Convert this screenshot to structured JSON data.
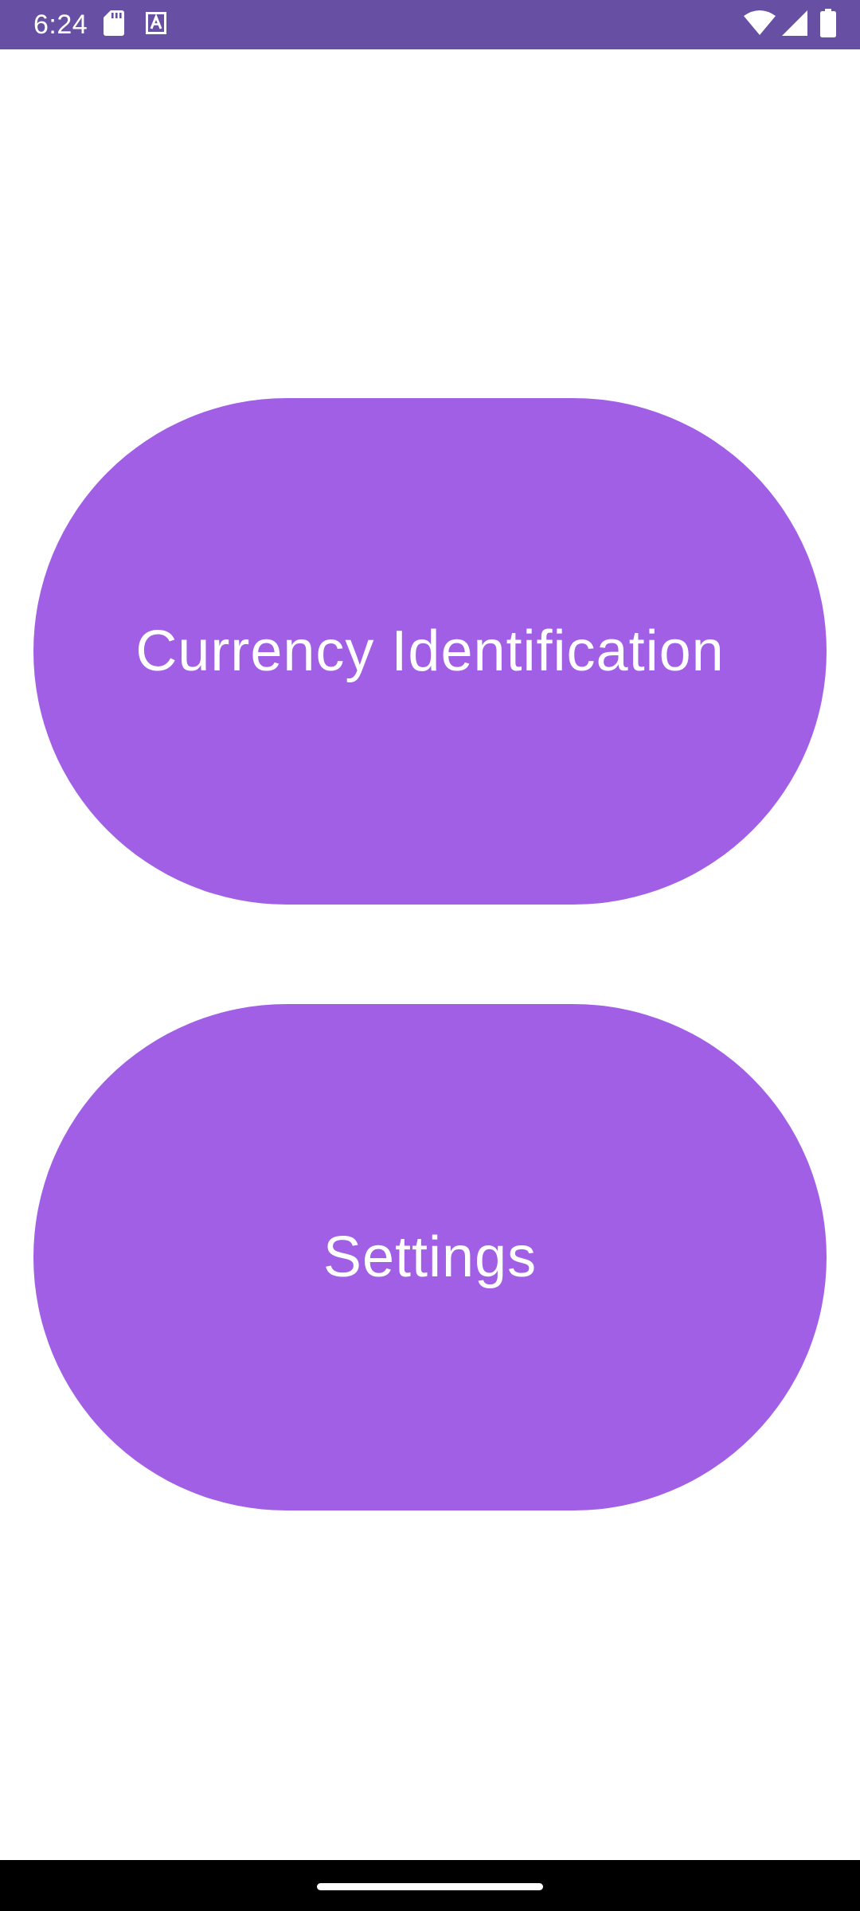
{
  "status_bar": {
    "time": "6:24",
    "icons": [
      "sd-card-icon",
      "font-icon",
      "wifi-icon",
      "signal-icon",
      "battery-icon"
    ],
    "color": "#6750A4"
  },
  "main": {
    "buttons": [
      {
        "label": "Currency Identification"
      },
      {
        "label": "Settings"
      }
    ],
    "button_color": "#A15FE5",
    "text_color": "#FFFFFF"
  },
  "nav_bar": {
    "color": "#000000"
  }
}
